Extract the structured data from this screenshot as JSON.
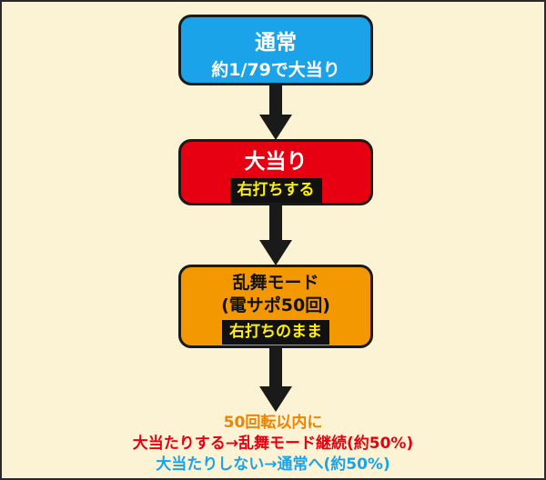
{
  "flow": {
    "normal": {
      "title": "通常",
      "sub": "約1/79で大当り",
      "color": "#1aa3e8"
    },
    "jackpot": {
      "title": "大当り",
      "tag": "右打ちする",
      "color": "#e60012"
    },
    "rush": {
      "title": "乱舞モード",
      "sub": "(電サポ50回)",
      "tag": "右打ちのまま",
      "color": "#f39800"
    },
    "notes": {
      "line1": "50回転以内に",
      "line1_color": "#f08300",
      "line2": "大当たりする→乱舞モード継続(約50%)",
      "line2_color": "#e60012",
      "line3": "大当たりしない→通常へ(約50%)",
      "line3_color": "#1aa3e8"
    }
  }
}
